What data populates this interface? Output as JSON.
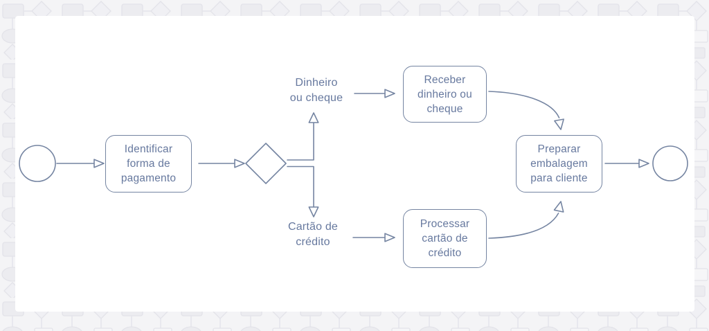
{
  "diagram": {
    "type": "flowchart-bpmn",
    "description": "Payment handling process flow on a white card over a faint flowchart-pattern background",
    "colors": {
      "stroke": "#7484a1",
      "text": "#66789e",
      "card_bg": "#ffffff",
      "page_bg": "#f4f4f6",
      "pattern_fill": "#ebebef",
      "pattern_stroke": "#e3e3e9"
    },
    "nodes": {
      "start_event": {
        "shape": "circle",
        "label": ""
      },
      "identify": {
        "shape": "rounded-rect",
        "lines": [
          "Identificar",
          "forma de",
          "pagamento"
        ]
      },
      "gateway": {
        "shape": "diamond",
        "label": ""
      },
      "receive": {
        "shape": "rounded-rect",
        "lines": [
          "Receber",
          "dinheiro ou",
          "cheque"
        ]
      },
      "process": {
        "shape": "rounded-rect",
        "lines": [
          "Processar",
          "cartão de",
          "crédito"
        ]
      },
      "prepare": {
        "shape": "rounded-rect",
        "lines": [
          "Preparar",
          "embalagem",
          "para cliente"
        ]
      },
      "end_event": {
        "shape": "circle",
        "label": ""
      }
    },
    "edge_labels": {
      "cash": {
        "lines": [
          "Dinheiro",
          "ou cheque"
        ]
      },
      "card": {
        "lines": [
          "Cartão de",
          "crédito"
        ]
      }
    },
    "edges": [
      "start_event -> identify",
      "identify -> gateway",
      "gateway -> cash-branch (up)",
      "gateway -> card-branch (down)",
      "cash-label -> receive",
      "card-label -> process",
      "receive -> prepare (curved)",
      "process -> prepare (curved)",
      "prepare -> end_event"
    ]
  }
}
